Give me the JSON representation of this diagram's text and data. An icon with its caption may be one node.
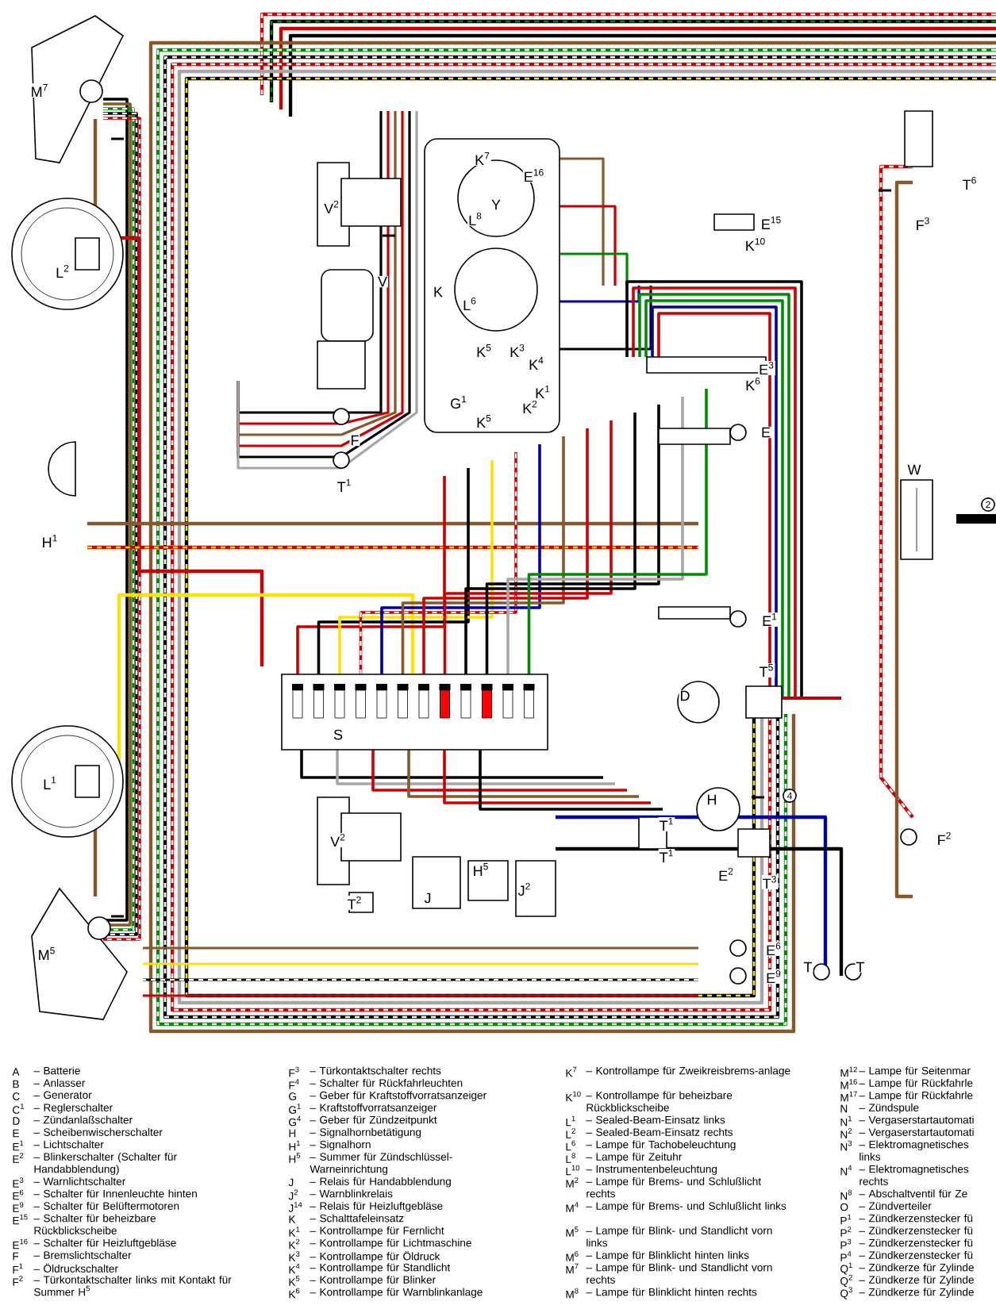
{
  "diagram": {
    "labels": [
      "M$^{7}$",
      "L$^{2}$",
      "V$^{2}$",
      "V",
      "Y",
      "K$^{7}$",
      "E$^{16}$",
      "L$^{8}$",
      "K",
      "L$^{6}$",
      "E$^{15}$",
      "K$^{10}$",
      "F$^{3}$",
      "T$^{6}$",
      "E$^{3}$",
      "K$^{6}$",
      "K$^{5}$",
      "K$^{3}$",
      "K$^{4}$",
      "K$^{1}$",
      "G$^{1}$",
      "K$^{2}$",
      "K$^{5}$",
      "F",
      "T$^{1}$",
      "E",
      "H$^{1}$",
      "W",
      "2",
      "E$^{1}$",
      "D",
      "T$^{5}$",
      "S",
      "L$^{1}$",
      "V$^{2}$",
      "4",
      "H",
      "T$^{1}$",
      "T$^{1}$",
      "E$^{2}$",
      "T$^{3}$",
      "J",
      "H$^{5}$",
      "J$^{2}$",
      "T$^{2}$",
      "F$^{2}$",
      "M$^{5}$",
      "E$^{6}$",
      "E$^{9}$",
      "T",
      "T",
      "A",
      "– Batterie",
      "B",
      "– Anlasser",
      "C",
      "– Generator",
      "C$^{1}$",
      "– Reglerschalter",
      "D",
      "– Zündanlaßschalter",
      "E",
      "– Scheibenwischerschalter",
      "E$^{1}$",
      "– Lichtschalter",
      "E$^{2}$",
      "– Blinkerschalter (Schalter für Handabblendung)",
      "E$^{3}$",
      "– Warnlichtschalter",
      "E$^{6}$",
      "– Schalter für Innenleuchte hinten",
      "E$^{9}$",
      "– Schalter für Belüftermotoren",
      "E$^{15}$",
      "– Schalter für beheizbare Rückblickscheibe",
      "E$^{16}$",
      "– Schalter für Heizluftgebläse",
      "F",
      "– Bremslichtschalter",
      "F$^{1}$",
      "– Öldruckschalter",
      "F$^{2}$",
      "– Türkontaktschalter links mit Kontakt für Summer H$^{5}$",
      "F$^{3}$",
      "– Türkontaktschalter rechts",
      "F$^{4}$",
      "– Schalter für Rückfahrleuchten",
      "G",
      "– Geber für Kraftstoffvorratsanzeiger",
      "G$^{1}$",
      "– Kraftstoffvorratsanzeiger",
      "G$^{4}$",
      "– Geber für Zündzeitpunkt",
      "H",
      "– Signalhornbetätigung",
      "H$^{1}$",
      "– Signalhorn",
      "H$^{5}$",
      "– Summer für Zündschlüssel-Warneinrichtung",
      "J",
      "– Relais für Handabblendung",
      "J$^{2}$",
      "– Warnblinkrelais",
      "J$^{14}$",
      "– Relais für Heizluftgebläse",
      "K",
      "– Schalttafeleinsatz",
      "K$^{1}$",
      "– Kontrollampe für Fernlicht",
      "K$^{2}$",
      "– Kontrollampe für Lichtmaschine",
      "K$^{3}$",
      "– Kontrollampe für Öldruck",
      "K$^{4}$",
      "– Kontrollampe für Standlicht",
      "K$^{5}$",
      "– Kontrollampe für Blinker",
      "K$^{6}$",
      "– Kontrollampe für Warnblinkanlage",
      "K$^{7}$",
      "– Kontrollampe für Zweikreisbrems-anlage",
      "K$^{10}$",
      "– Kontrollampe für beheizbare Rückblickscheibe",
      "L$^{1}$",
      "– Sealed-Beam-Einsatz links",
      "L$^{2}$",
      "– Sealed-Beam-Einsatz rechts",
      "L$^{6}$",
      "– Lampe für Tachobeleuchtung",
      "L$^{8}$",
      "– Lampe für Zeituhr",
      "L$^{10}$",
      "– Instrumentenbeleuchtung",
      "M$^{2}$",
      "– Lampe für Brems- und Schlußlicht rechts",
      "M$^{4}$",
      "– Lampe für Brems- und Schlußlicht links",
      "M$^{5}$",
      "– Lampe für Blink- und Standlicht vorn links",
      "M$^{6}$",
      "– Lampe für Blinklicht hinten links",
      "M$^{7}$",
      "– Lampe für Blink- und Standlicht vorn rechts",
      "M$^{8}$",
      "– Lampe für Blinklicht hinten rechts",
      "M$^{12}$",
      "– Lampe für Seitenmar",
      "M$^{16}$",
      "– Lampe für Rückfahrle",
      "M$^{17}$",
      "– Lampe für Rückfahrle",
      "N",
      "– Zündspule",
      "N$^{1}$",
      "– Vergaserstartautomati",
      "N$^{2}$",
      "– Vergaserstartautomati",
      "N$^{3}$",
      "– Elektromagnetisches links",
      "N$^{4}$",
      "– Elektromagnetisches rechts",
      "N$^{8}$",
      "– Abschaltventil für Ze",
      "O",
      "– Zündverteiler",
      "P$^{1}$",
      "– Zündkerzenstecker fü",
      "P$^{2}$",
      "– Zündkerzenstecker fü",
      "P$^{3}$",
      "– Zündkerzenstecker fü",
      "P$^{4}$",
      "– Zündkerzenstecker fü",
      "Q$^{1}$",
      "– Zündkerze für Zylinde",
      "Q$^{2}$",
      "– Zündkerze für Zylinde",
      "Q$^{3}$",
      "– Zündkerze für Zylinde"
    ]
  }
}
